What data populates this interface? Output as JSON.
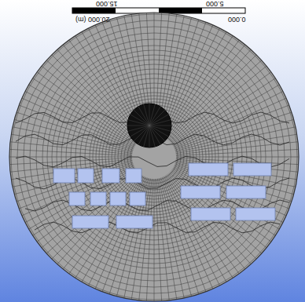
{
  "diagram": {
    "labels": [
      "15.000",
      "5.000",
      "20.000 (m)",
      "0.000"
    ]
  }
}
